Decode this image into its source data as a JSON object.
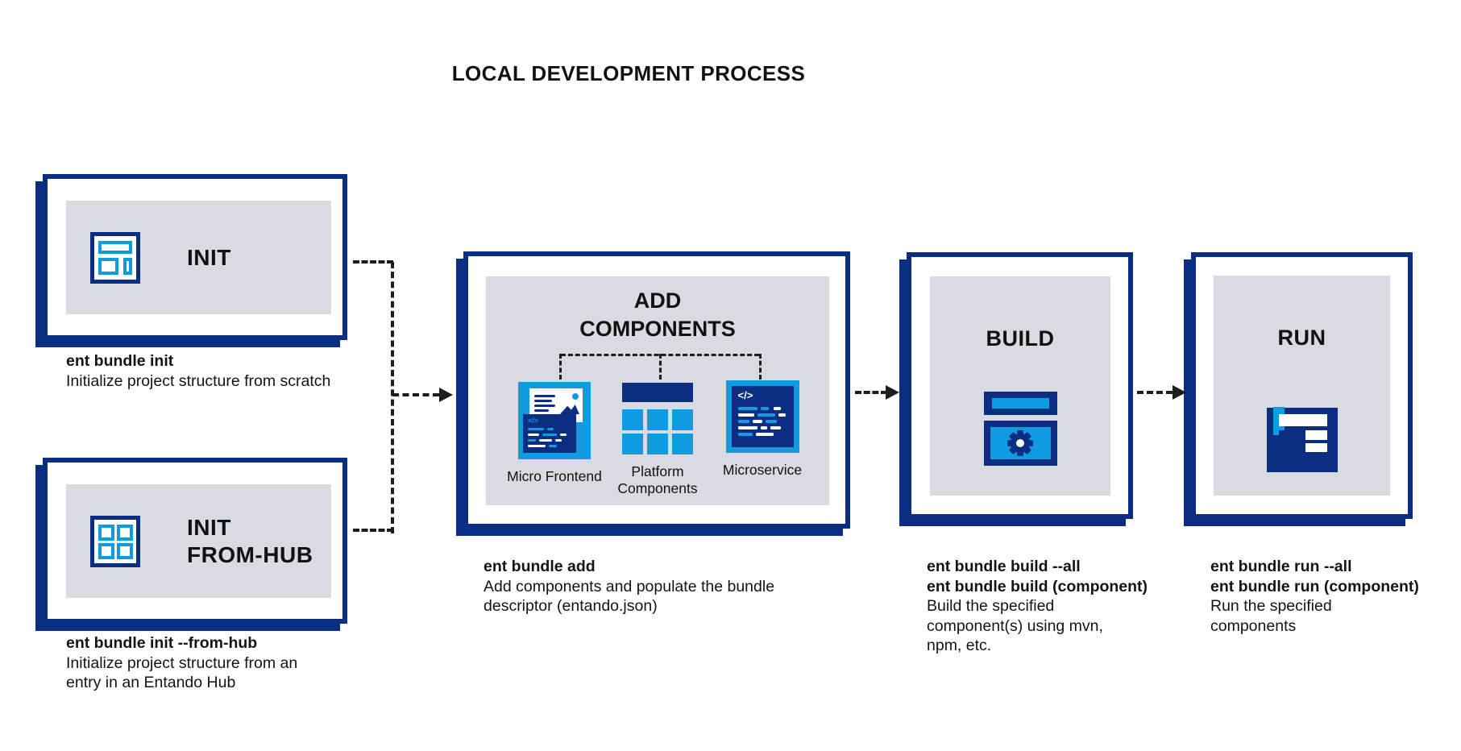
{
  "title": "LOCAL DEVELOPMENT PROCESS",
  "colors": {
    "navy": "#0b2e82",
    "blue": "#0d9ce0",
    "panel": "#d8dbe2",
    "ink": "#161616"
  },
  "glyphs": {
    "code": "</>"
  },
  "init": {
    "label": "INIT",
    "cmd": "ent bundle init",
    "desc": [
      "Initialize project structure from scratch"
    ]
  },
  "init_from_hub": {
    "label": [
      "INIT",
      "FROM-HUB"
    ],
    "cmd": "ent bundle init --from-hub",
    "desc": [
      "Initialize project structure from an",
      "entry in an Entando Hub"
    ]
  },
  "add_components": {
    "label": [
      "ADD",
      "COMPONENTS"
    ],
    "items": [
      {
        "name": [
          "Micro Frontend"
        ]
      },
      {
        "name": [
          "Platform",
          "Components"
        ]
      },
      {
        "name": [
          "Microservice"
        ]
      }
    ],
    "cmd": "ent bundle add",
    "desc": [
      "Add components and populate the bundle",
      "descriptor (entando.json)"
    ]
  },
  "build": {
    "label": "BUILD",
    "cmd": [
      "ent bundle build --all",
      "ent bundle build (component)"
    ],
    "desc": [
      "Build the specified",
      "component(s) using mvn,",
      "npm, etc."
    ]
  },
  "run": {
    "label": "RUN",
    "cmd": [
      "ent bundle run --all",
      "ent bundle run (component)"
    ],
    "desc": [
      "Run the specified",
      "components"
    ]
  }
}
